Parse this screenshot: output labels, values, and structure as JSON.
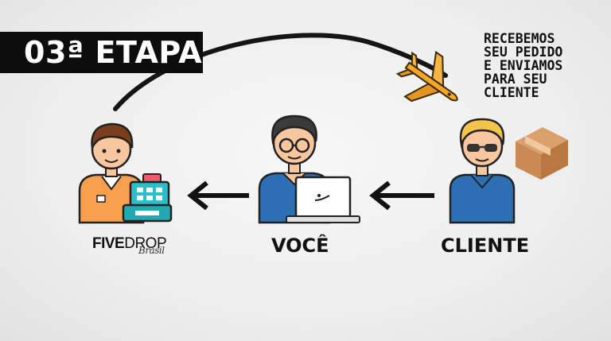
{
  "banner": {
    "text": "03ª ETAPA"
  },
  "message": {
    "lines": [
      "RECEBEMOS",
      "SEU PEDIDO",
      "E ENVIAMOS",
      "PARA SEU",
      "CLIENTE"
    ]
  },
  "nodes": {
    "supplier": {
      "logo_part1": "FIVE",
      "logo_part2": "DROP",
      "logo_script": "Brasil"
    },
    "you": {
      "label": "VOCÊ"
    },
    "client": {
      "label": "CLIENTE"
    }
  },
  "icons": [
    "airplane-icon",
    "package-icon",
    "cash-register-icon",
    "laptop-icon",
    "arrow-left-icon"
  ],
  "colors": {
    "banner_bg": "#0d0d0d",
    "shirt_orange": "#f6a04d",
    "shirt_blue": "#2c6fb3",
    "hair_brown": "#7a3e1d",
    "hair_black": "#3b3b3b",
    "hair_blond": "#f3c64b",
    "skin": "#f9c79f",
    "register_teal": "#2bbfc9",
    "plane_orange": "#f5a623",
    "box_brown": "#c98a55"
  }
}
